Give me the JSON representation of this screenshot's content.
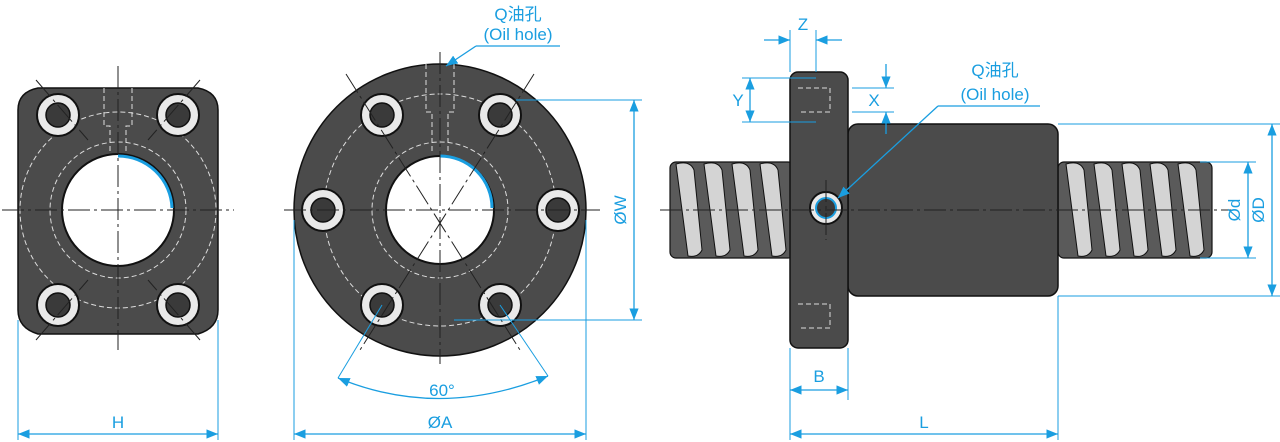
{
  "labels": {
    "oil_hole_cn": "Q油孔",
    "oil_hole_en": "(Oil hole)",
    "dim_H": "H",
    "dim_A": "ØA",
    "dim_W": "ØW",
    "angle": "60°",
    "dim_Z": "Z",
    "dim_Y": "Y",
    "dim_X": "X",
    "dim_B": "B",
    "dim_L": "L",
    "dim_d": "Ød",
    "dim_D": "ØD"
  },
  "colors": {
    "dimension": "#1a9ee0",
    "body": "#4b4b4b",
    "outline": "#111111"
  }
}
